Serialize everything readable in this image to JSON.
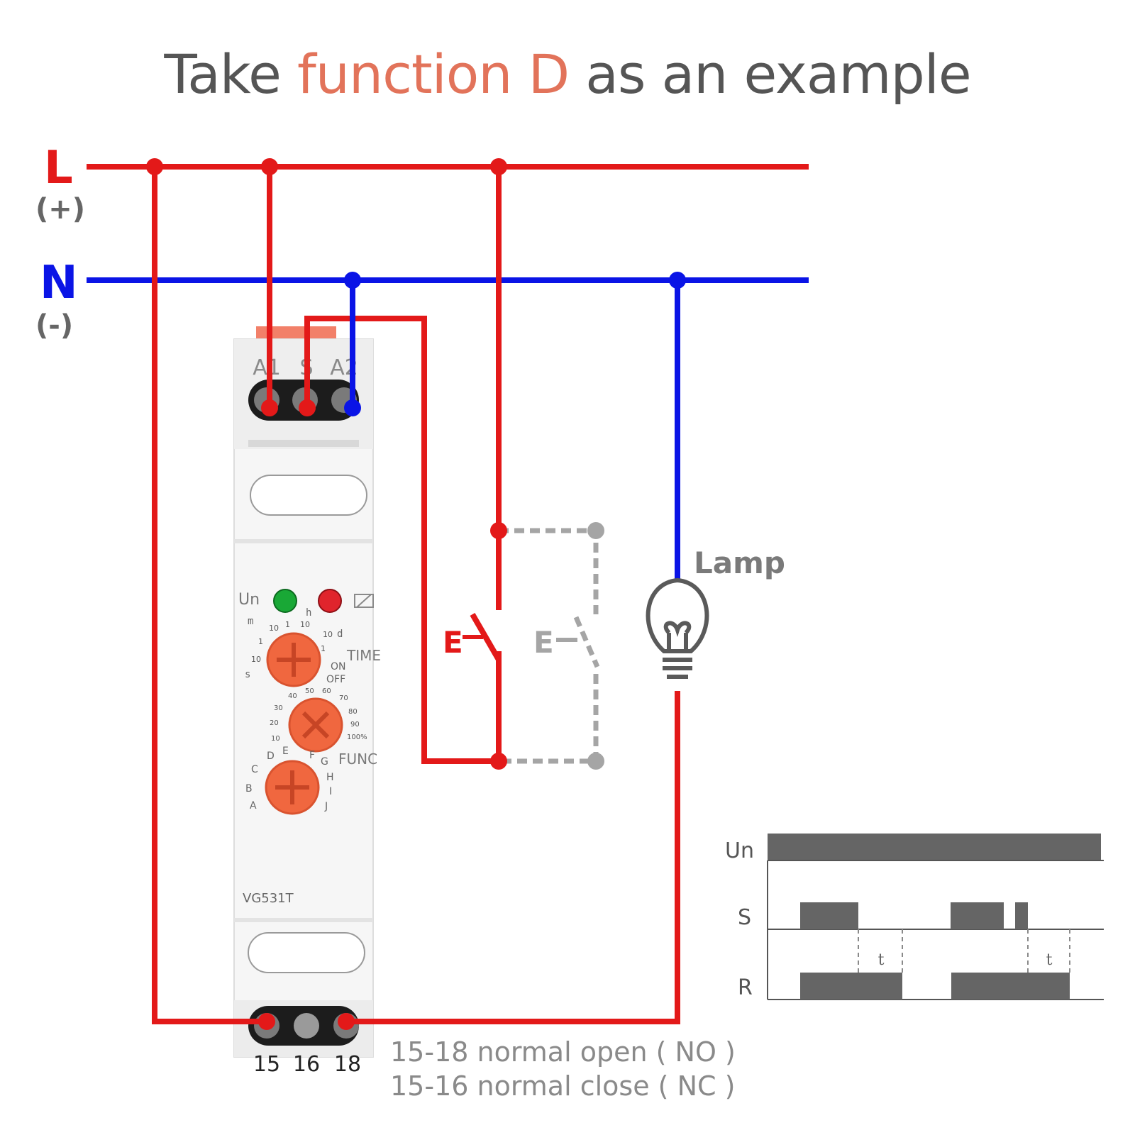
{
  "title": {
    "pre": "Take ",
    "highlight": "function D",
    "post": " as an example",
    "highlight_color": "#e2735a"
  },
  "rails": {
    "L": {
      "letter": "L",
      "polarity": "(+)",
      "color": "#e31919"
    },
    "N": {
      "letter": "N",
      "polarity": "(-)",
      "color": "#0a14e6"
    }
  },
  "relay": {
    "model": "VG531T",
    "top_terminals": [
      "A1",
      "S",
      "A2"
    ],
    "bottom_terminals": [
      "15",
      "16",
      "18"
    ],
    "led_label": "Un",
    "unit_marks": [
      "m",
      "h",
      "d",
      "s"
    ],
    "time_dial": {
      "label": "TIME",
      "settings": [
        "ON",
        "OFF"
      ],
      "scale": [
        "10",
        "1",
        "10",
        "1",
        "10",
        "10",
        "1"
      ]
    },
    "percent_dial": {
      "scale": [
        "10",
        "20",
        "30",
        "40",
        "50",
        "60",
        "70",
        "80",
        "90",
        "100%"
      ]
    },
    "func_dial": {
      "label": "FUNC",
      "options": [
        "A",
        "B",
        "C",
        "D",
        "E",
        "F",
        "G",
        "H",
        "I",
        "J"
      ]
    }
  },
  "switch": {
    "label": "E",
    "alt_label": "E"
  },
  "lamp": {
    "label": "Lamp"
  },
  "contact_notes": [
    "15-18 normal open ( NO )",
    "15-16 normal close ( NC )"
  ],
  "timing": {
    "rows": [
      "Un",
      "S",
      "R"
    ],
    "delay_label": "t",
    "signal_color": "#656565"
  }
}
